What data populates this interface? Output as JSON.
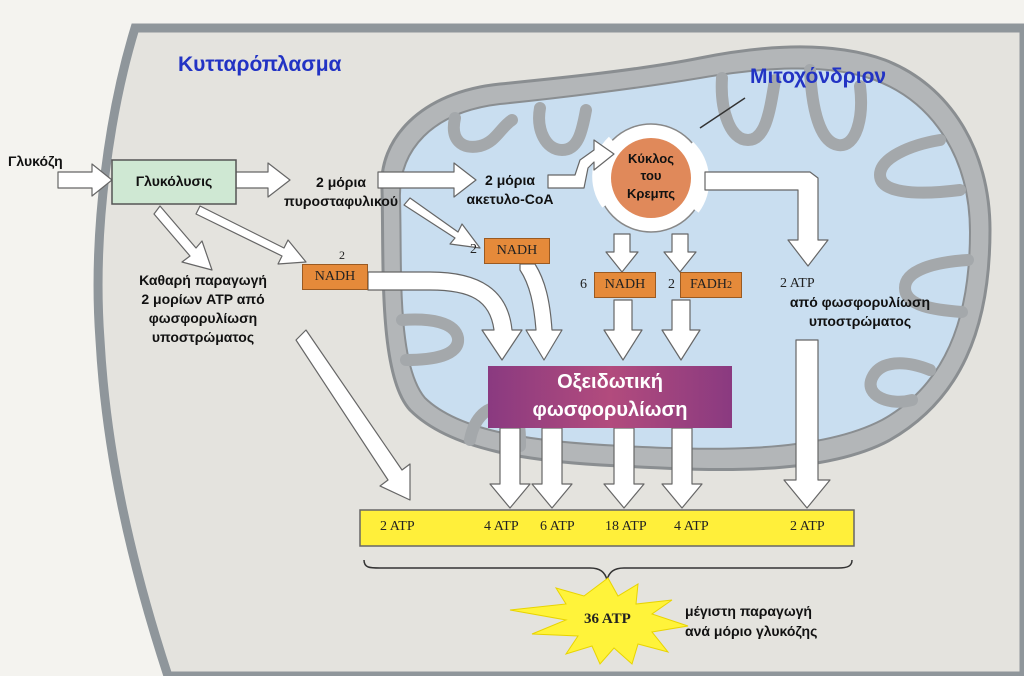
{
  "labels": {
    "cytoplasm": "Κυτταρόπλασμα",
    "mitochondrion": "Μιτοχόνδριον",
    "glucose": "Γλυκόζη",
    "glycolysis": "Γλυκόλυσις",
    "pyruvate_l1": "2 μόρια",
    "pyruvate_l2": "πυροσταφυλικού",
    "acetylcoa_l1": "2 μόρια",
    "acetylcoa_l2": "ακετυλο-CoA",
    "krebs_l1": "Κύκλος",
    "krebs_l2": "του",
    "krebs_l3": "Κρεμπς",
    "net_l1": "Καθαρή παραγωγή",
    "net_l2": "2 μορίων ATP από",
    "net_l3": "φωσφορυλίωση",
    "net_l4": "υποστρώματος",
    "substrate_l1": "από φωσφορυλίωση",
    "substrate_l2": "υποστρώματος",
    "oxphos_l1": "Οξειδωτική",
    "oxphos_l2": "φωσφορυλίωση",
    "max_l1": "μέγιστη παραγωγή",
    "max_l2": "ανά μόριο γλυκόζης"
  },
  "carriers": {
    "nadh_glyc_count": "2",
    "nadh_glyc": "NADH",
    "nadh_pyr_count": "2",
    "nadh_pyr": "NADH",
    "nadh_krebs_count": "6",
    "nadh_krebs": "NADH",
    "fadh_count": "2",
    "fadh": "FADH",
    "fadh_sub": "2",
    "atp_krebs": "2 ATP"
  },
  "atp_bar": [
    "2 ATP",
    "4 ATP",
    "6 ATP",
    "18 ATP",
    "4 ATP",
    "2 ATP"
  ],
  "total": "36 ATP",
  "colors": {
    "cytoplasm": "#e4e3de",
    "membrane": "#8f969b",
    "matrix": "#c9def0",
    "glycolysis_box": "#cfe8d3",
    "carrier_box": "#e58a3a",
    "krebs": "#e0895a",
    "oxphos_box": "#a2447e",
    "atp_bar": "#ffef3a",
    "sunburst": "#fff33a",
    "title_blue": "#2233c4"
  }
}
